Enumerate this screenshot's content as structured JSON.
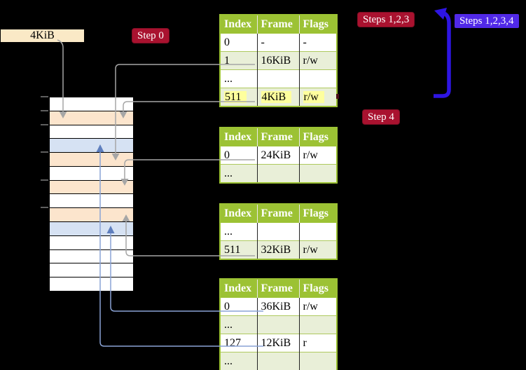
{
  "label_4kib": "4KiB",
  "badges": {
    "step0": "Step 0",
    "steps123": "Steps 1,2,3",
    "steps1234": "Steps 1,2,3,4",
    "step4": "Step 4"
  },
  "memory": {
    "rows": [
      "empty",
      "mapped-frame",
      "empty",
      "page-table-frame",
      "mapped-frame",
      "empty",
      "mapped-frame",
      "empty",
      "mapped-frame",
      "page-table-frame",
      "empty",
      "empty",
      "empty",
      "empty"
    ]
  },
  "tables": [
    {
      "headers": [
        "Index",
        "Frame",
        "Flags"
      ],
      "rows": [
        {
          "cells": [
            "0",
            "-",
            "-"
          ],
          "shaded": false,
          "highlight": false
        },
        {
          "cells": [
            "1",
            "16KiB",
            "r/w"
          ],
          "shaded": true,
          "highlight": false
        },
        {
          "cells": [
            "...",
            "",
            ""
          ],
          "shaded": false,
          "highlight": false
        },
        {
          "cells": [
            "511",
            "4KiB",
            "r/w"
          ],
          "shaded": true,
          "highlight": true
        }
      ]
    },
    {
      "headers": [
        "Index",
        "Frame",
        "Flags"
      ],
      "rows": [
        {
          "cells": [
            "0",
            "24KiB",
            "r/w"
          ],
          "shaded": false,
          "highlight": false
        },
        {
          "cells": [
            "...",
            "",
            ""
          ],
          "shaded": true,
          "highlight": false
        }
      ]
    },
    {
      "headers": [
        "Index",
        "Frame",
        "Flags"
      ],
      "rows": [
        {
          "cells": [
            "...",
            "",
            ""
          ],
          "shaded": false,
          "highlight": false
        },
        {
          "cells": [
            "511",
            "32KiB",
            "r/w"
          ],
          "shaded": true,
          "highlight": false
        }
      ]
    },
    {
      "headers": [
        "Index",
        "Frame",
        "Flags"
      ],
      "rows": [
        {
          "cells": [
            "0",
            "36KiB",
            "r/w"
          ],
          "shaded": false,
          "highlight": false
        },
        {
          "cells": [
            "...",
            "",
            ""
          ],
          "shaded": true,
          "highlight": false
        },
        {
          "cells": [
            "127",
            "12KiB",
            "r"
          ],
          "shaded": false,
          "highlight": false
        },
        {
          "cells": [
            "...",
            "",
            ""
          ],
          "shaded": true,
          "highlight": false
        }
      ]
    }
  ],
  "colors": {
    "header-green": "#9cc234",
    "row-green": "#e9efd8",
    "row-sep": "#aec95e",
    "orange": "#fce5cd",
    "blue-row": "#d6e2f3",
    "cream": "#fae9c6",
    "yellow-hl": "#feff9d",
    "grey-line": "#a6a6a6",
    "blue-line": "#8aa3d6",
    "blue-head": "#5f7fbe",
    "red-badge": "#a9122f",
    "blue-badge": "#5129e8",
    "thick-arrow": "#2e15e3"
  }
}
